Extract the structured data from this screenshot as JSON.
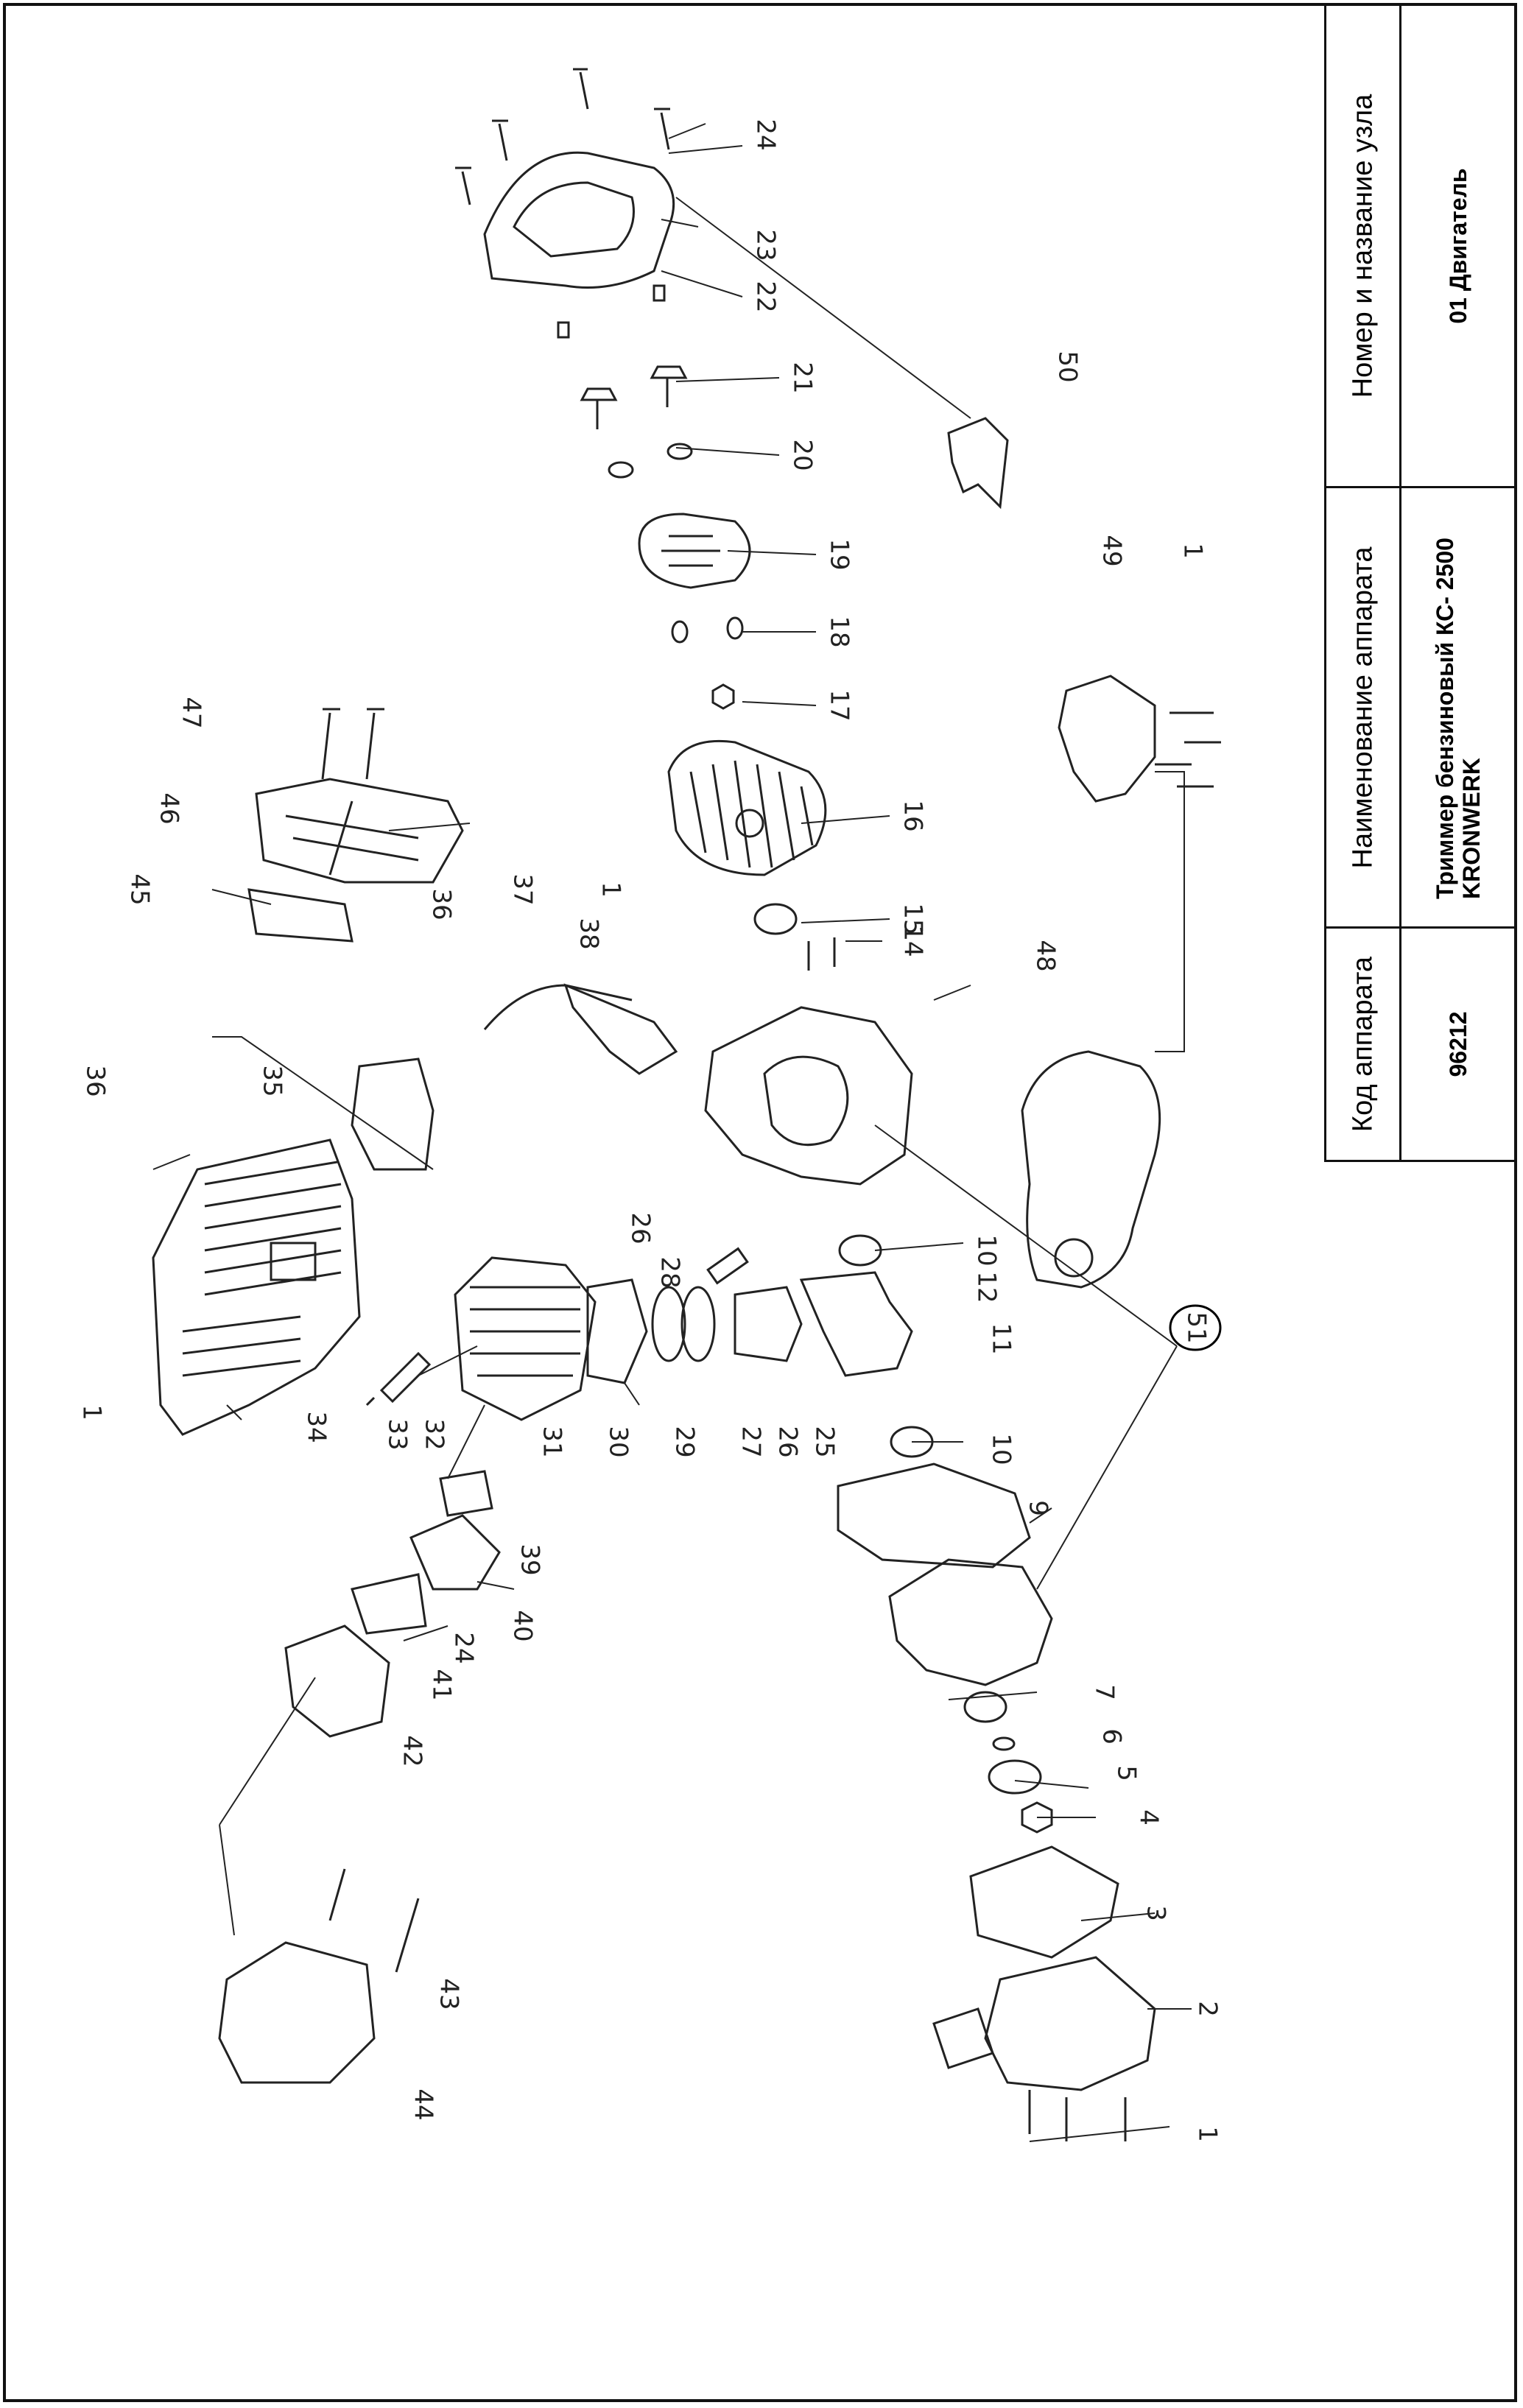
{
  "header": {
    "node_label": "Номер и название узла",
    "node_value": "01 Двигатель",
    "device_name_label": "Наименование аппарата",
    "device_name_value": "Триммер бензиновый КС- 2500 KRONWERK",
    "device_code_label": "Код аппарата",
    "device_code_value": "96212"
  },
  "diagram": {
    "callouts": [
      {
        "n": "24"
      },
      {
        "n": "23"
      },
      {
        "n": "22"
      },
      {
        "n": "21"
      },
      {
        "n": "20"
      },
      {
        "n": "50"
      },
      {
        "n": "19"
      },
      {
        "n": "18"
      },
      {
        "n": "17"
      },
      {
        "n": "1"
      },
      {
        "n": "49"
      },
      {
        "n": "47"
      },
      {
        "n": "46"
      },
      {
        "n": "16"
      },
      {
        "n": "45"
      },
      {
        "n": "36"
      },
      {
        "n": "1"
      },
      {
        "n": "15"
      },
      {
        "n": "37"
      },
      {
        "n": "38"
      },
      {
        "n": "14"
      },
      {
        "n": "48"
      },
      {
        "n": "36"
      },
      {
        "n": "35"
      },
      {
        "n": "26"
      },
      {
        "n": "10"
      },
      {
        "n": "28"
      },
      {
        "n": "12"
      },
      {
        "n": "1"
      },
      {
        "n": "34"
      },
      {
        "n": "33"
      },
      {
        "n": "32"
      },
      {
        "n": "31"
      },
      {
        "n": "30"
      },
      {
        "n": "29"
      },
      {
        "n": "27"
      },
      {
        "n": "26"
      },
      {
        "n": "25"
      },
      {
        "n": "11"
      },
      {
        "n": "51"
      },
      {
        "n": "10"
      },
      {
        "n": "9"
      },
      {
        "n": "39"
      },
      {
        "n": "40"
      },
      {
        "n": "24"
      },
      {
        "n": "41"
      },
      {
        "n": "42"
      },
      {
        "n": "7"
      },
      {
        "n": "6"
      },
      {
        "n": "5"
      },
      {
        "n": "4"
      },
      {
        "n": "3"
      },
      {
        "n": "43"
      },
      {
        "n": "2"
      },
      {
        "n": "44"
      },
      {
        "n": "1"
      }
    ]
  }
}
